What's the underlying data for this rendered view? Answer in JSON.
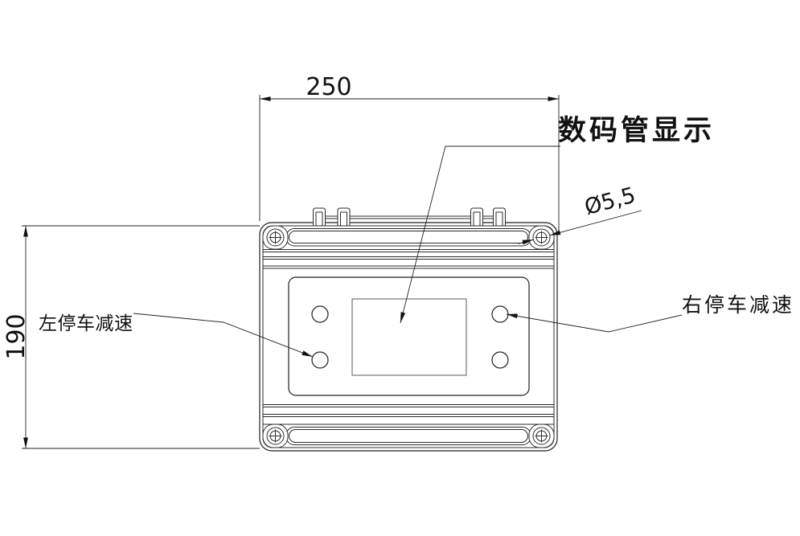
{
  "drawing": {
    "background_color": "#ffffff",
    "line_color": "#2b2b2b",
    "labels": {
      "width_dimension": "250",
      "height_dimension": "190",
      "hole_diameter": "Ø5,5",
      "display_annotation": "数码管显示",
      "left_button_annotation": "左停车减速",
      "right_button_annotation": "右停车减速"
    }
  }
}
